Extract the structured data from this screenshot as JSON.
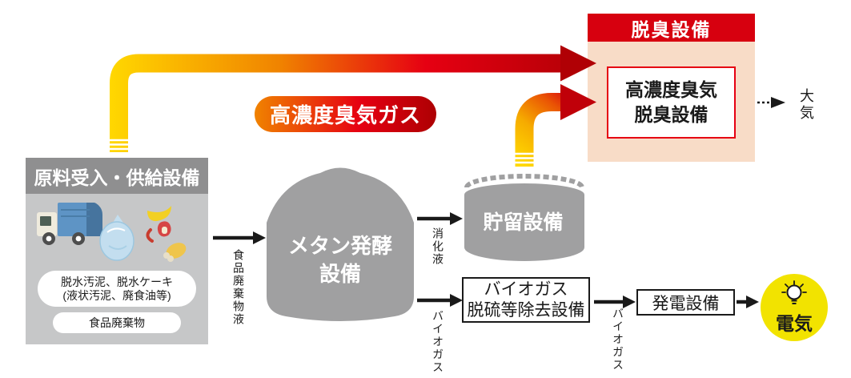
{
  "colors": {
    "red": "#d7000f",
    "dark_red": "#ad0003",
    "orange": "#f08300",
    "yellow": "#ffd800",
    "pink_bg": "#f8dcc7",
    "gray_header": "#8f8f90",
    "gray_body": "#c6c7c8",
    "gray_vessel": "#a0a0a1",
    "electric_yellow": "#f2e300"
  },
  "odor_gas_label": "高濃度臭気ガス",
  "deodorization": {
    "header": "脱臭設備",
    "unit_line1": "高濃度臭気",
    "unit_line2": "脱臭設備",
    "output": "大気"
  },
  "supply": {
    "header": "原料受入・供給設備",
    "input1_line1": "脱水汚泥、脱水ケーキ",
    "input1_line2": "(液状汚泥、廃食油等)",
    "input2": "食品廃棄物",
    "icons": [
      "garbage-truck",
      "garbage-bag",
      "food-waste"
    ]
  },
  "methane_unit": {
    "line1": "メタン発酵",
    "line2": "設備"
  },
  "storage_unit": "貯留設備",
  "desulfurization_unit": {
    "line1": "バイオガス",
    "line2": "脱硫等除去設備"
  },
  "power_unit": "発電設備",
  "electricity": "電気",
  "flow_labels": {
    "to_methane": "食品廃棄物液",
    "to_storage": "消化液",
    "to_desulfurization": "バイオガス",
    "to_power": "バイオガス"
  }
}
